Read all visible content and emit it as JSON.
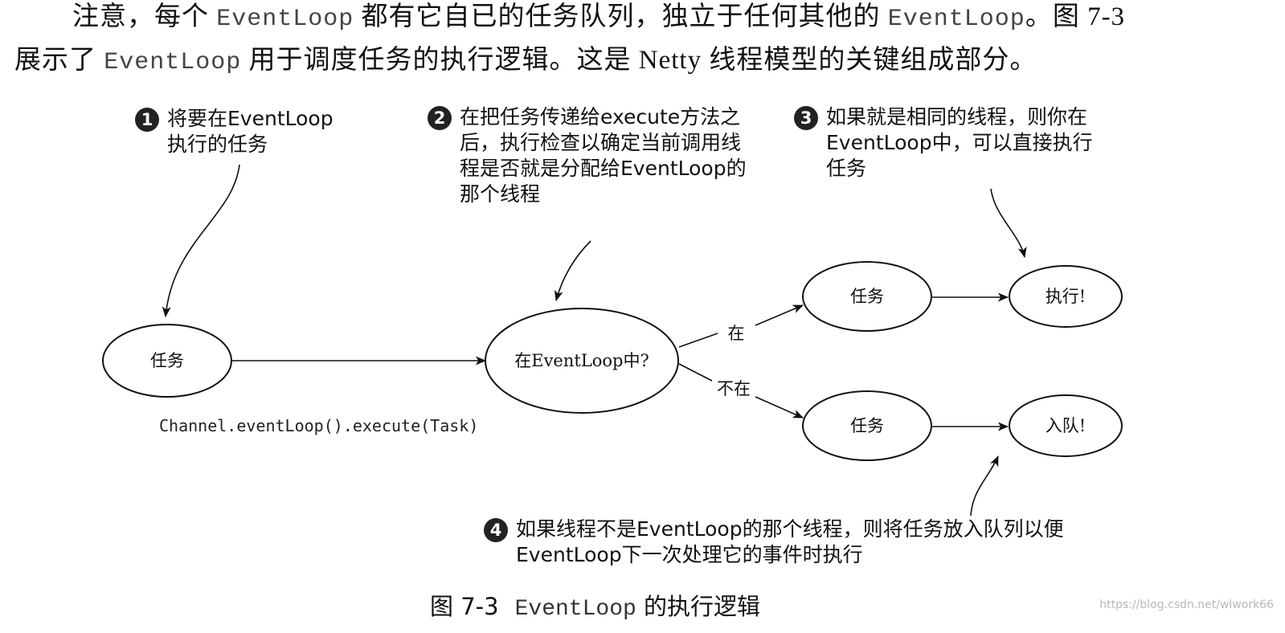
{
  "paragraph": {
    "line1": [
      {
        "text": "注意，每个 ",
        "mono": false
      },
      {
        "text": "EventLoop",
        "mono": true
      },
      {
        "text": " 都有它自已的任务队列，独立于任何其他的 ",
        "mono": false
      },
      {
        "text": "EventLoop",
        "mono": true
      },
      {
        "text": "。图 7-3",
        "mono": false
      }
    ],
    "line2": [
      {
        "text": "展示了 ",
        "mono": false
      },
      {
        "text": "EventLoop",
        "mono": true
      },
      {
        "text": " 用于调度任务的执行逻辑。这是 Netty 线程模型的关键组成部分。",
        "mono": false
      }
    ]
  },
  "callouts": {
    "c1": {
      "num": "1",
      "text": "将要在EventLoop\n执行的任务"
    },
    "c2": {
      "num": "2",
      "text": "在把任务传递给execute方法之\n后，执行检查以确定当前调用线\n程是否就是分配给EventLoop的\n那个线程"
    },
    "c3": {
      "num": "3",
      "text": "如果就是相同的线程，则你在\nEventLoop中，可以直接执行\n任务"
    },
    "c4": {
      "num": "4",
      "text": "如果线程不是EventLoop的那个线程，则将任务放入队列以便\nEventLoop下一次处理它的事件时执行"
    }
  },
  "nodes": {
    "task_start": "任务",
    "decision": "在EventLoop中?",
    "task_yes": "任务",
    "execute": "执行!",
    "task_no": "任务",
    "enqueue": "入队!"
  },
  "edge_labels": {
    "yes": "在",
    "no": "不在"
  },
  "code": "Channel.eventLoop().execute(Task)",
  "caption": {
    "label": "图 7-3",
    "mono": "EventLoop",
    "rest": " 的执行逻辑"
  },
  "watermark": "https://blog.csdn.net/wlwork66"
}
